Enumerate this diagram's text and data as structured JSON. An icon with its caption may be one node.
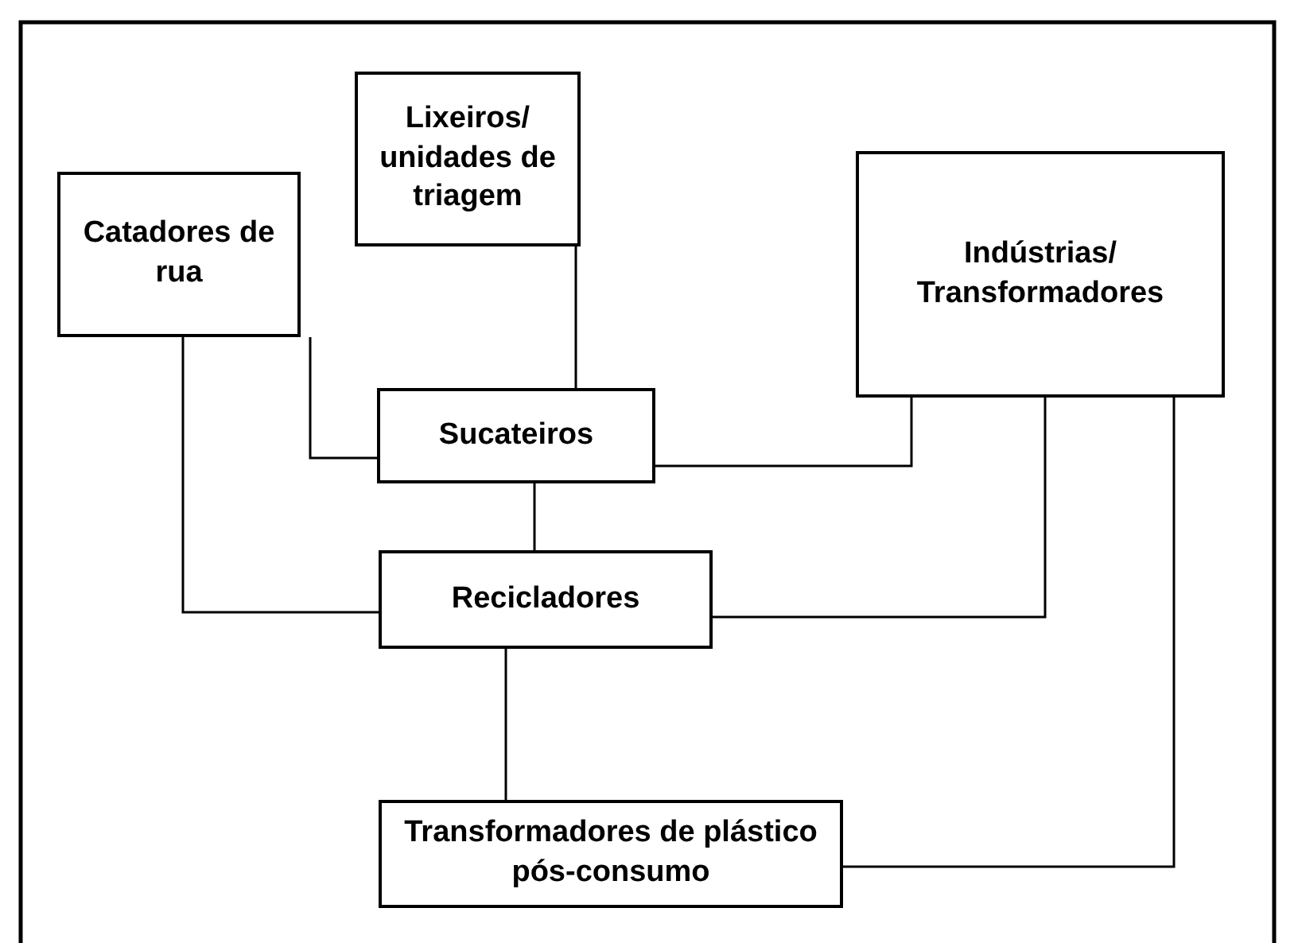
{
  "diagram": {
    "nodes": [
      {
        "text": [
          "Lixeiros/ unidades de triagem"
        ]
      },
      {
        "text": [
          "Catadores de rua"
        ]
      },
      {
        "text": [
          "Indústrias/ Transformadores"
        ]
      },
      {
        "text": [
          "Sucateiros"
        ]
      },
      {
        "text": [
          "Recicladores"
        ]
      },
      {
        "text": [
          "Transformadores de plástico pós-consumo"
        ]
      }
    ],
    "edges": [
      {
        "from": 0,
        "to": 3,
        "arrow": "none"
      },
      {
        "from": 1,
        "to": 3,
        "arrow": "none"
      },
      {
        "from": 1,
        "to": 4,
        "arrow": "none"
      },
      {
        "from": 3,
        "to": 2,
        "arrow": "none"
      },
      {
        "from": 3,
        "to": 4,
        "arrow": "none"
      },
      {
        "from": 2,
        "to": 4,
        "arrow": "none"
      },
      {
        "from": 4,
        "to": 5,
        "arrow": "none"
      },
      {
        "from": 2,
        "to": 5,
        "arrow": "none"
      }
    ]
  }
}
